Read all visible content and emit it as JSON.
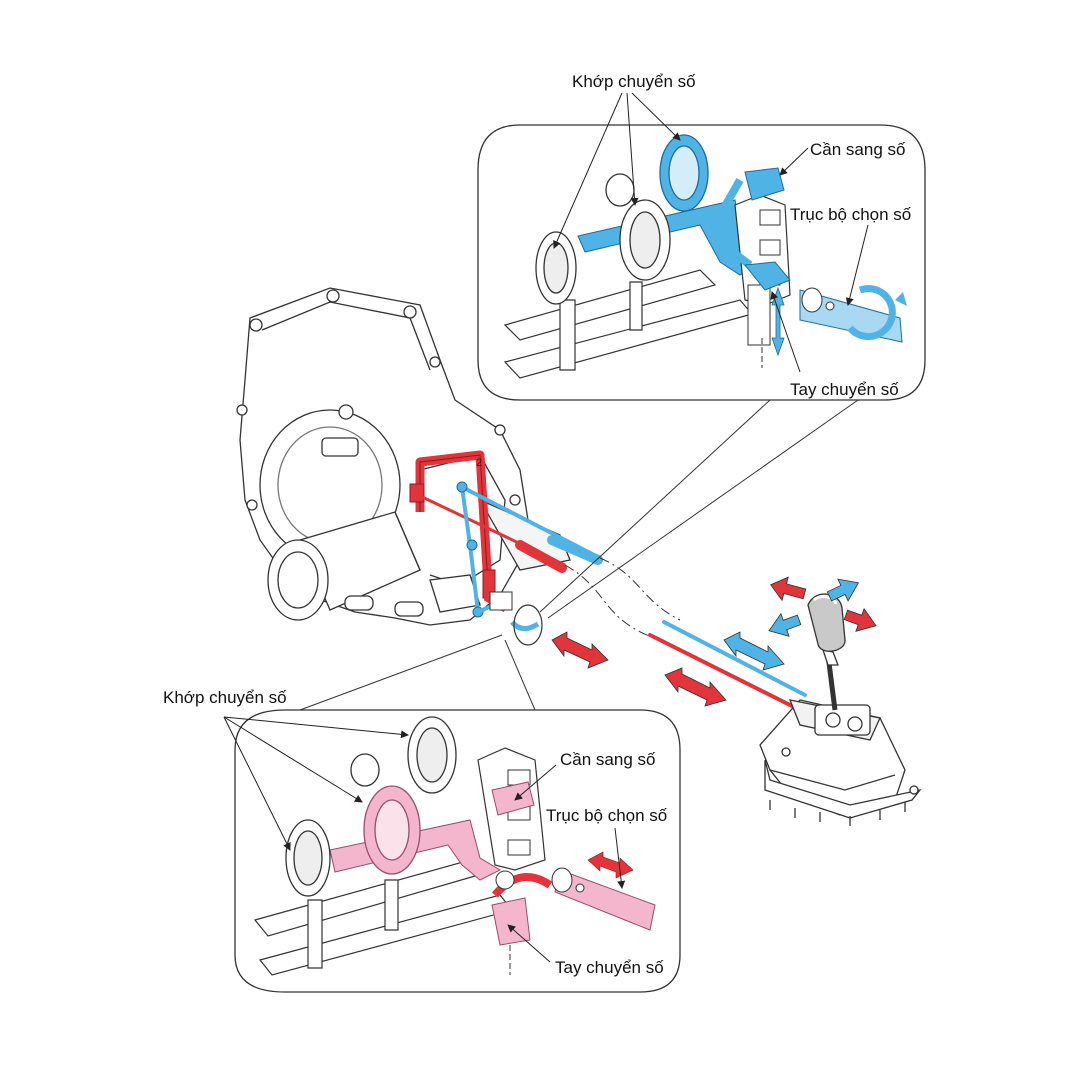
{
  "labels": {
    "top_shift_fork": "Khớp chuyển số",
    "top_shift_lever": "Cần sang số",
    "top_selector_shaft": "Trục bộ chọn số",
    "top_shift_arm": "Tay chuyển số",
    "bottom_shift_fork": "Khớp chuyển số",
    "bottom_shift_lever": "Cần sang số",
    "bottom_selector_shaft": "Trục bộ chọn số",
    "bottom_shift_arm": "Tay chuyển số",
    "gate_digit": "2"
  },
  "colors": {
    "select_blue": "#4fb3e6",
    "shift_red": "#e2343b",
    "pink_highlight": "#f4b6cd",
    "line": "#222222",
    "background": "#ffffff"
  }
}
